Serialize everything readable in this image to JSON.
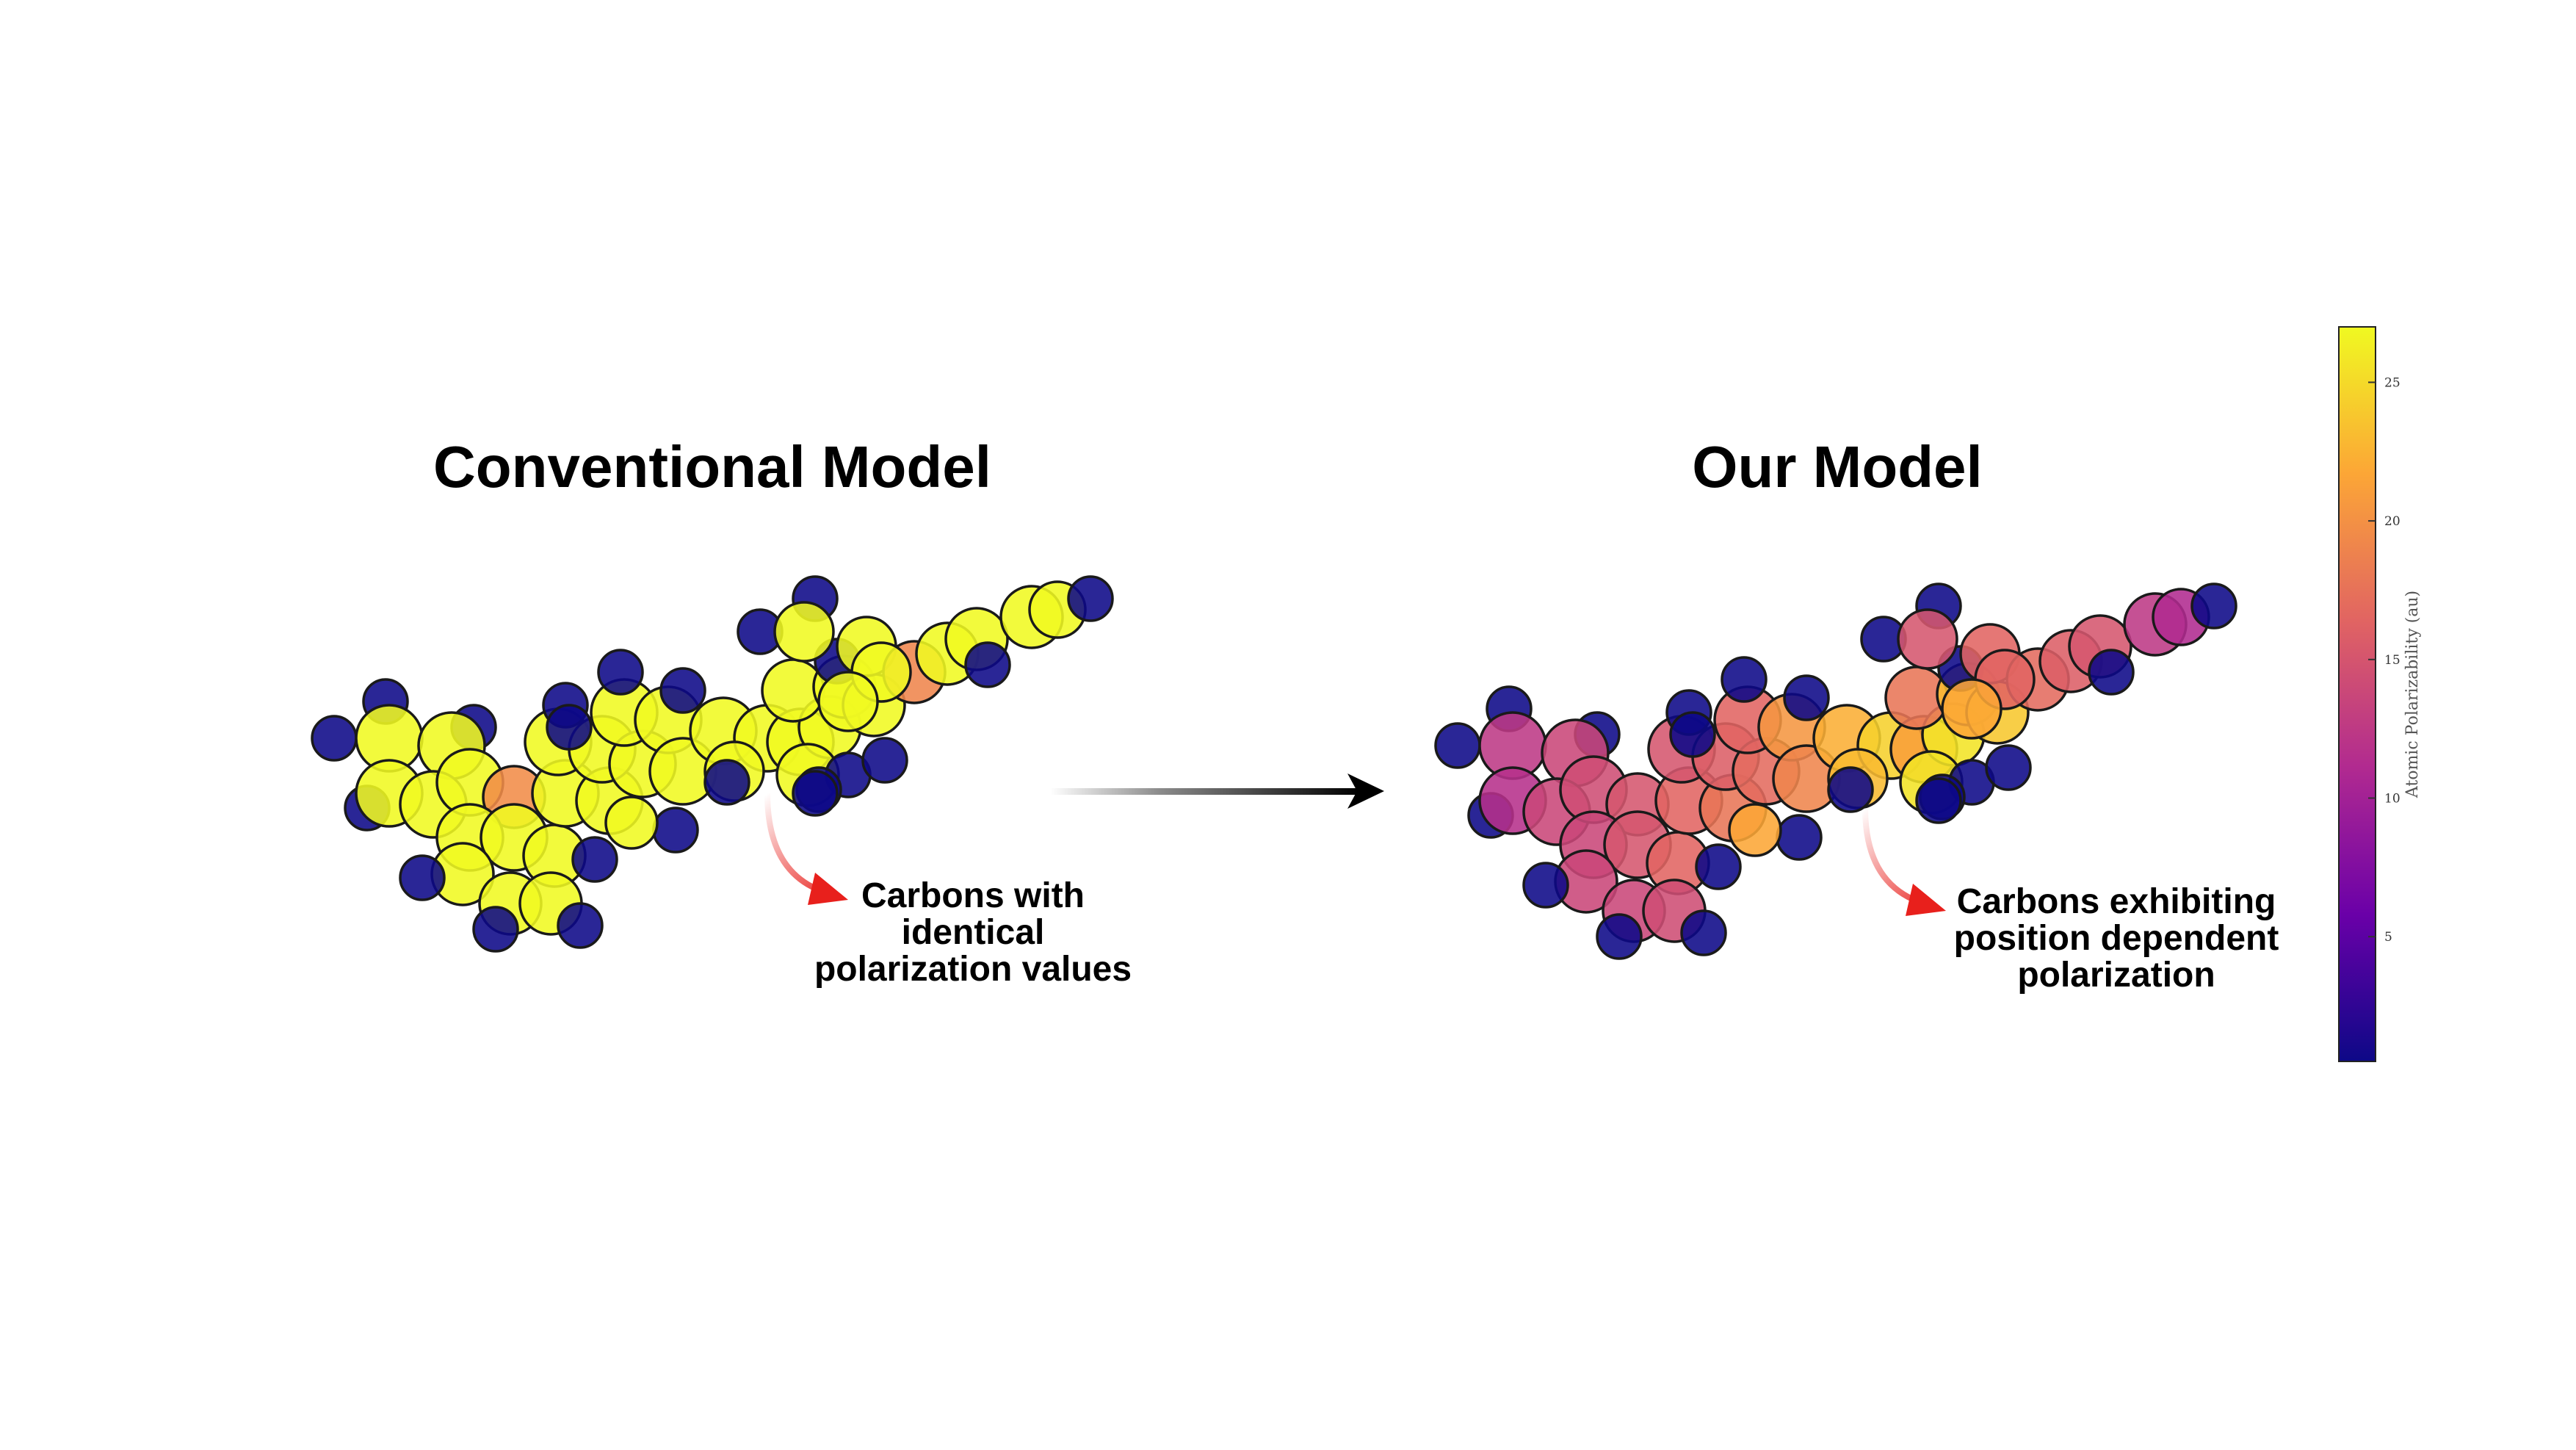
{
  "titles": {
    "left": "Conventional Model",
    "right": "Our Model"
  },
  "annotations": {
    "left": [
      "Carbons with",
      "identical",
      "polarization values"
    ],
    "right": [
      "Carbons exhibiting",
      "position dependent",
      "polarization"
    ]
  },
  "colorbar": {
    "label": "Atomic Polarizability (au)",
    "min": 0.5,
    "max": 27,
    "ticks": [
      5,
      10,
      15,
      20,
      25
    ],
    "colormap": "plasma",
    "colors": [
      "#0d0887",
      "#6a00a8",
      "#b12a90",
      "#e16462",
      "#fca636",
      "#f0f921"
    ]
  },
  "colors": {
    "arrow": "#000000",
    "annotation_arrow": "#e8201c",
    "atom_outline": "#1a1a1a"
  }
}
